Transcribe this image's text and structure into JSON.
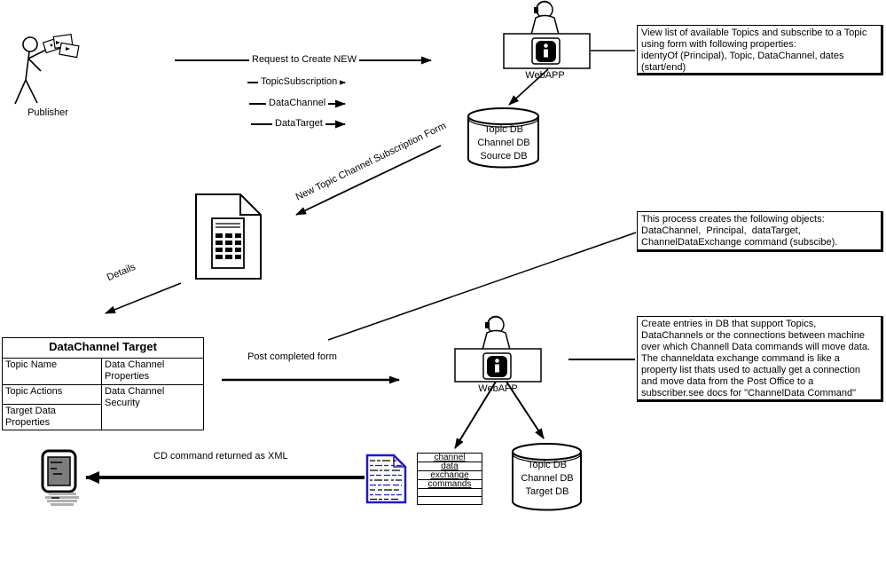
{
  "labels": {
    "publisher": "Publisher",
    "webapp": "WebAPP",
    "request_to_create": "Request to Create NEW",
    "topic_subscription": "TopicSubscription",
    "data_channel": "DataChannel",
    "data_target": "DataTarget",
    "new_topic_form": "New Topic Channel Subscription Form",
    "details": "Details",
    "post_completed_form": "Post completed form",
    "cd_command_xml": "CD command returned as XML"
  },
  "annotations": {
    "box1": "View list of available Topics and subscribe to a Topic using form with following properties:\nidentyOf (Principal), Topic, DataChannel, dates (start/end)",
    "box2": "This process creates the following objects:\nDataChannel,  Principal,  dataTarget,\nChannelDataExchange command (subscibe).",
    "box3": "Create entries in DB that support Topics, DataChannels or the connections between machine over which Channell Data commands will move data. The channeldata exchange command is like a property list thats used to actually get a connection and move data from the Post Office to a subscriber.see docs for \"ChannelData Command\""
  },
  "databases": {
    "source_db": {
      "lines": [
        "Topic DB",
        "Channel DB",
        "Source DB"
      ]
    },
    "target_db": {
      "lines": [
        "Topic DB",
        "Channel DB",
        "Target DB"
      ]
    }
  },
  "datachannel_table": {
    "title": "DataChannel Target",
    "rows": [
      [
        "Topic Name",
        "Data Channel Properties"
      ],
      [
        "Topic Actions",
        "Data Channel Security"
      ],
      [
        "Target Data Properties",
        ""
      ]
    ]
  },
  "cd_table": {
    "rows": [
      "channel",
      "data",
      "exchange",
      "commands",
      "",
      ""
    ]
  },
  "colors": {
    "line": "#000000",
    "xml_doc_border": "#1a1acc"
  }
}
